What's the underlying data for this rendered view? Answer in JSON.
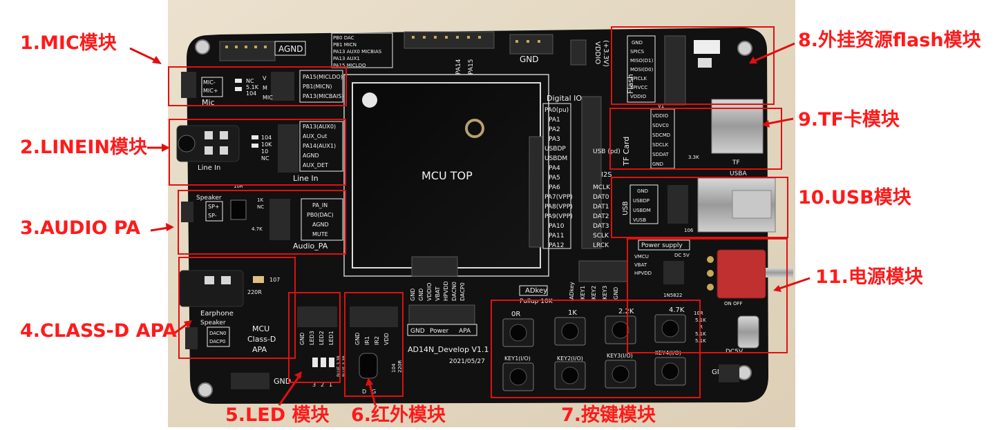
{
  "labels": {
    "mic": "1.MIC模块",
    "linein": "2.LINEIN模块",
    "audio_pa": "3.AUDIO PA",
    "class_d": "4.CLASS-D APA",
    "led": "5.LED 模块",
    "ir": "6.红外模块",
    "keys": "7.按键模块",
    "flash": "8.外挂资源flash模块",
    "tf": "9.TF卡模块",
    "usb": "10.USB模块",
    "power": "11.电源模块"
  },
  "board": {
    "mcu_label": "MCU TOP",
    "agnd": "AGND",
    "gnd_top": "GND",
    "gnd_bottom": "GND",
    "gnd_right": "GND",
    "vddio": "VDDIO",
    "p33v": "(+3.3V)",
    "dac_rows": [
      "PB0 DAC",
      "PB1 MICN",
      "PA13 AUX0 MICBIAS",
      "PA13 AUX1",
      "PA15 MICLDO"
    ],
    "pa14": "PA14",
    "pa15": "PA15",
    "digital_io": "Digital IO",
    "digital_pins": [
      "PA0(pu)",
      "PA1",
      "PA2",
      "PA3",
      "USBDP",
      "USBDM",
      "PA4",
      "PA5",
      "PA6",
      "PA7(VPP)",
      "PA8(VPP)",
      "PA9(VPP)",
      "PA10",
      "PA11",
      "PA12"
    ],
    "usb_pd": "USB (pd)",
    "i2s": "I2S",
    "i2s_pins": [
      "MCLK",
      "DAT0",
      "DAT1",
      "DAT2",
      "DAT3",
      "SCLK",
      "LRCK"
    ],
    "mic_title": "Mic",
    "mic_pins": [
      "MIC-",
      "MIC+"
    ],
    "mic_res": [
      "NC",
      "5.1K",
      "104"
    ],
    "mic_right": [
      "PA15(MICLDO)",
      "PB1(MICN)",
      "PA13(MICBAIS)"
    ],
    "mic_small": [
      "V",
      "M",
      "MIC"
    ],
    "linein_title": "Line In",
    "linein_title2": "Line In",
    "linein_res": [
      "104",
      "10K",
      "10",
      "NC"
    ],
    "linein_pins": [
      "PA13(AUX0)",
      "AUX_Out",
      "PA14(AUX1)",
      "AGND",
      "AUX_DET"
    ],
    "speaker": "Speaker",
    "sp_pins": [
      "SP+",
      "SP-"
    ],
    "apa_res": [
      "10R",
      "1K",
      "NC",
      "4.7K"
    ],
    "apa_pins": [
      "PA_IN",
      "PB0(DAC)",
      "AGND",
      "MUTE"
    ],
    "audio_pa_title": "Audio_PA",
    "earphone": "Earphone",
    "classd_res": [
      "107",
      "220R"
    ],
    "classd_speaker": "Speaker",
    "classd_pins": [
      "DACN0",
      "DACP0"
    ],
    "classd_title": [
      "MCU",
      "Class-D",
      "APA"
    ],
    "led_pins": [
      "GND",
      "LED3",
      "LED2",
      "LED1"
    ],
    "led_colors": [
      "BLUE 3.3R",
      "BLUE 3.3R"
    ],
    "led_nums": [
      "3",
      "2",
      "1"
    ],
    "ir_pins": [
      "GND",
      "IR1",
      "IR2",
      "VDD"
    ],
    "ir_parts": [
      "104",
      "220R"
    ],
    "ir_dg": [
      "D",
      "G"
    ],
    "power_pins": [
      "GND",
      "GND",
      "VDDIO",
      "VBAT",
      "HPVDD",
      "DACN0",
      "DACP0"
    ],
    "power_group": [
      "GND",
      "Power",
      "APA"
    ],
    "develop": "AD14N_Develop V1.1",
    "date": "2021/05/27",
    "adkey": "ADkey",
    "adkey_pins": [
      "ADkey",
      "KEY1",
      "KEY2",
      "KEY3",
      "GND"
    ],
    "pullup": "Pullup 10K",
    "key_values": [
      "0R",
      "1K",
      "2.2K",
      "4.7K"
    ],
    "key_names": [
      "KEY1(I/O)",
      "KEY2(I/O)",
      "KEY3(I/O)",
      "KEY4(I/O)"
    ],
    "flash_title": "Flash",
    "flash_pins": [
      "GND",
      "SPICS",
      "MISO(D1)",
      "MOSI(D0)",
      "SPICLK",
      "SPIVCC",
      "VDDIO"
    ],
    "tf_title": "TF Card",
    "tf_pins": [
      "VDDIO",
      "SDVC0",
      "SDCMD",
      "SDCLK",
      "SDDAT",
      "GND"
    ],
    "tf_side": [
      "TF",
      "3.3K",
      "V1"
    ],
    "usba": "USBA",
    "usb_title": "USB",
    "usb_pins": [
      "GND",
      "USBDP",
      "USBDM",
      "VUSB"
    ],
    "usb_res": "106",
    "power_supply": "Power supply",
    "ps_pins": [
      "VMCU",
      "VBAT",
      "HPVDD"
    ],
    "dc5v_top": "DC 5V",
    "diode": "1N5822",
    "onoff": "ON OFF",
    "dc5v": "DC5V",
    "led_res": [
      "10R",
      "5.1K",
      "R",
      "5.1K",
      "5.1K"
    ]
  },
  "colors": {
    "label_red": "#ff1a1a",
    "box_red": "#e01010",
    "pcb": "#121212",
    "silk": "#f2f2f2",
    "wood": "#e7dcc8"
  }
}
